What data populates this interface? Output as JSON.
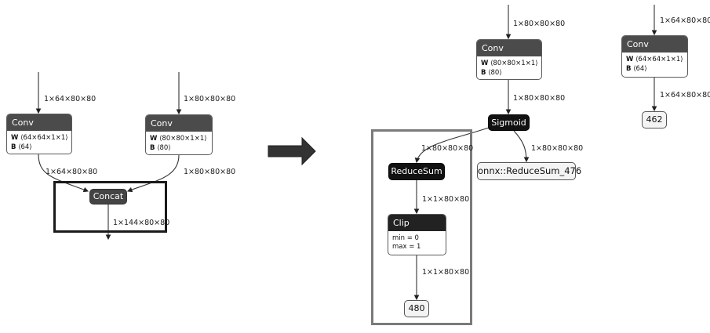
{
  "left_graph": {
    "input_labels": [
      "1×64×80×80",
      "1×80×80×80"
    ],
    "conv_nodes": [
      {
        "title": "Conv",
        "w_key": "W",
        "w_val": "⟨64×64×1×1⟩",
        "b_key": "B",
        "b_val": "⟨64⟩"
      },
      {
        "title": "Conv",
        "w_key": "W",
        "w_val": "⟨80×80×1×1⟩",
        "b_key": "B",
        "b_val": "⟨80⟩"
      }
    ],
    "conv_out_labels": [
      "1×64×80×80",
      "1×80×80×80"
    ],
    "concat": {
      "title": "Concat",
      "out_label": "1×144×80×80"
    }
  },
  "arrow": {
    "icon": "right-arrow-icon"
  },
  "right_graph": {
    "branch_a": {
      "input_label": "1×80×80×80",
      "conv": {
        "title": "Conv",
        "w_key": "W",
        "w_val": "⟨80×80×1×1⟩",
        "b_key": "B",
        "b_val": "⟨80⟩"
      },
      "conv_out_label": "1×80×80×80",
      "sigmoid": {
        "title": "Sigmoid"
      },
      "sig_to_reduce_label": "1×80×80×80",
      "sig_to_output_label": "1×80×80×80",
      "output_node": "onnx::ReduceSum_476",
      "reducesum": {
        "title": "ReduceSum",
        "out_label": "1×1×80×80"
      },
      "clip": {
        "title": "Clip",
        "attrs": [
          "min = 0",
          "max = 1"
        ],
        "out_label": "1×1×80×80"
      },
      "final_node": "480"
    },
    "branch_b": {
      "input_label": "1×64×80×80",
      "conv": {
        "title": "Conv",
        "w_key": "W",
        "w_val": "⟨64×64×1×1⟩",
        "b_key": "B",
        "b_val": "⟨64⟩"
      },
      "conv_out_label": "1×64×80×80",
      "final_node": "462"
    }
  }
}
